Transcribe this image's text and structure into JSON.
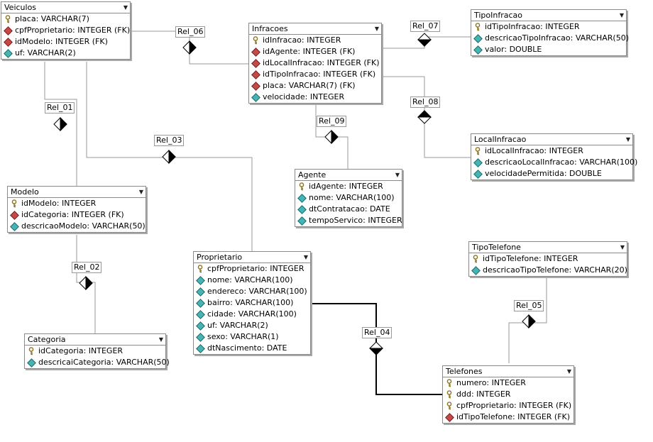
{
  "entities": {
    "veiculos": {
      "name": "Veiculos",
      "rows": [
        {
          "text": "placa: VARCHAR(7)",
          "icon": "key"
        },
        {
          "text": "cpfProprietario: INTEGER (FK)",
          "icon": "fk"
        },
        {
          "text": "idModelo: INTEGER (FK)",
          "icon": "fk"
        },
        {
          "text": "uf: VARCHAR(2)",
          "icon": "attr"
        }
      ]
    },
    "infracoes": {
      "name": "Infracoes",
      "rows": [
        {
          "text": "idInfracao: INTEGER",
          "icon": "key"
        },
        {
          "text": "idAgente: INTEGER (FK)",
          "icon": "fk"
        },
        {
          "text": "idLocalInfracao: INTEGER (FK)",
          "icon": "fk"
        },
        {
          "text": "idTipoInfracao: INTEGER (FK)",
          "icon": "fk"
        },
        {
          "text": "placa: VARCHAR(7) (FK)",
          "icon": "fk"
        },
        {
          "text": "velocidade: INTEGER",
          "icon": "attr"
        }
      ]
    },
    "tipoInfracao": {
      "name": "TipoInfracao",
      "rows": [
        {
          "text": "idTipoInfracao: INTEGER",
          "icon": "key"
        },
        {
          "text": "descricaoTipoInfracao: VARCHAR(50)",
          "icon": "attr"
        },
        {
          "text": "valor: DOUBLE",
          "icon": "attr"
        }
      ]
    },
    "localInfracao": {
      "name": "LocalInfracao",
      "rows": [
        {
          "text": "idLocalInfracao: INTEGER",
          "icon": "key"
        },
        {
          "text": "descricaoLocalInfracao: VARCHAR(100)",
          "icon": "attr"
        },
        {
          "text": "velocidadePermitida: DOUBLE",
          "icon": "attr"
        }
      ]
    },
    "agente": {
      "name": "Agente",
      "rows": [
        {
          "text": "idAgente: INTEGER",
          "icon": "key"
        },
        {
          "text": "nome: VARCHAR(100)",
          "icon": "attr"
        },
        {
          "text": "dtContratacao: DATE",
          "icon": "attr"
        },
        {
          "text": "tempoServico: INTEGER",
          "icon": "attr"
        }
      ]
    },
    "modelo": {
      "name": "Modelo",
      "rows": [
        {
          "text": "idModelo: INTEGER",
          "icon": "key"
        },
        {
          "text": "idCategoria: INTEGER (FK)",
          "icon": "fk"
        },
        {
          "text": "descricaoModelo: VARCHAR(50)",
          "icon": "attr"
        }
      ]
    },
    "proprietario": {
      "name": "Proprietario",
      "rows": [
        {
          "text": "cpfProprietario: INTEGER",
          "icon": "key"
        },
        {
          "text": "nome: VARCHAR(100)",
          "icon": "attr"
        },
        {
          "text": "endereco: VARCHAR(100)",
          "icon": "attr"
        },
        {
          "text": "bairro: VARCHAR(100)",
          "icon": "attr"
        },
        {
          "text": "cidade: VARCHAR(100)",
          "icon": "attr"
        },
        {
          "text": "uf: VARCHAR(2)",
          "icon": "attr"
        },
        {
          "text": "sexo: VARCHAR(1)",
          "icon": "attr"
        },
        {
          "text": "dtNascimento: DATE",
          "icon": "attr"
        }
      ]
    },
    "tipoTelefone": {
      "name": "TipoTelefone",
      "rows": [
        {
          "text": "idTipoTelefone: INTEGER",
          "icon": "key"
        },
        {
          "text": "descricaoTipoTelefone: VARCHAR(20)",
          "icon": "attr"
        }
      ]
    },
    "categoria": {
      "name": "Categoria",
      "rows": [
        {
          "text": "idCategoria: INTEGER",
          "icon": "key"
        },
        {
          "text": "descricaiCategoria: VARCHAR(50)",
          "icon": "attr"
        }
      ]
    },
    "telefones": {
      "name": "Telefones",
      "rows": [
        {
          "text": "numero: INTEGER",
          "icon": "key"
        },
        {
          "text": "ddd: INTEGER",
          "icon": "key"
        },
        {
          "text": "cpfProprietario: INTEGER (FK)",
          "icon": "key"
        },
        {
          "text": "idTipoTelefone: INTEGER (FK)",
          "icon": "fk"
        }
      ]
    }
  },
  "relationships": {
    "rel_01": "Rel_01",
    "rel_02": "Rel_02",
    "rel_03": "Rel_03",
    "rel_04": "Rel_04",
    "rel_05": "Rel_05",
    "rel_06": "Rel_06",
    "rel_07": "Rel_07",
    "rel_08": "Rel_08",
    "rel_09": "Rel_09"
  },
  "colors": {
    "fk_icon": "#c84848",
    "attr_icon": "#44b4b4",
    "key_icon": "#b8a040"
  }
}
